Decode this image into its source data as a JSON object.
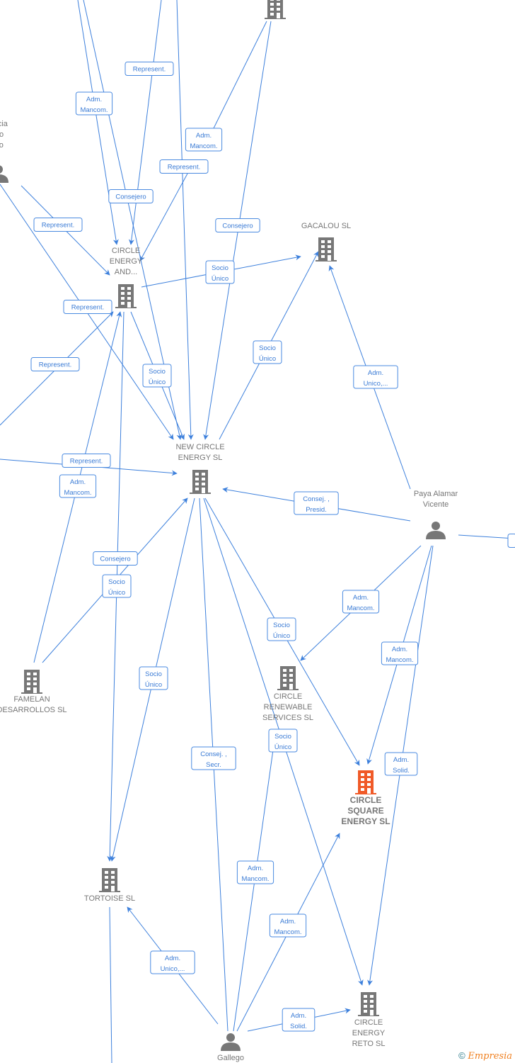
{
  "colors": {
    "edge": "#3d80dc",
    "node": "#777777",
    "highlight": "#f05a28"
  },
  "nodes": [
    {
      "id": "top",
      "type": "company",
      "lines": []
    },
    {
      "id": "garcia",
      "type": "person",
      "lines": [
        "arcia",
        "do",
        "co"
      ]
    },
    {
      "id": "circle_energy_and",
      "type": "company",
      "lines": [
        "CIRCLE",
        "ENERGY",
        "AND..."
      ]
    },
    {
      "id": "gacalou",
      "type": "company",
      "lines": [
        "GACALOU  SL"
      ]
    },
    {
      "id": "new_circle",
      "type": "company",
      "lines": [
        "NEW CIRCLE",
        "ENERGY  SL"
      ]
    },
    {
      "id": "paya",
      "type": "person",
      "lines": [
        "Paya Alamar",
        "Vicente"
      ]
    },
    {
      "id": "famelan",
      "type": "company",
      "lines": [
        "FAMELAN",
        "DESARROLLOS SL"
      ]
    },
    {
      "id": "renewable",
      "type": "company",
      "lines": [
        "CIRCLE",
        "RENEWABLE",
        "SERVICES  SL"
      ]
    },
    {
      "id": "square",
      "type": "company-main",
      "lines": [
        "CIRCLE",
        "SQUARE",
        "ENERGY  SL"
      ]
    },
    {
      "id": "tortoise",
      "type": "company",
      "lines": [
        "TORTOISE  SL"
      ]
    },
    {
      "id": "reto",
      "type": "company",
      "lines": [
        "CIRCLE",
        "ENERGY",
        "RETO  SL"
      ]
    },
    {
      "id": "gallego",
      "type": "person",
      "lines": [
        "Gallego"
      ]
    }
  ],
  "edge_labels": [
    [
      "Adm.",
      "Mancom."
    ],
    [
      "Represent."
    ],
    [
      "Adm.",
      "Mancom."
    ],
    [
      "Represent."
    ],
    [
      "Consejero"
    ],
    [
      "Represent."
    ],
    [
      "Consejero"
    ],
    [
      "Socio",
      "Único"
    ],
    [
      "Represent."
    ],
    [
      "Represent."
    ],
    [
      "Socio",
      "Único"
    ],
    [
      "Socio",
      "Único"
    ],
    [
      "Adm.",
      "Unico,..."
    ],
    [
      "Represent."
    ],
    [
      "Adm.",
      "Mancom."
    ],
    [
      "Consej. ,",
      "Presid."
    ],
    [
      "Consejero"
    ],
    [
      "Socio",
      "Único"
    ],
    [
      "Adm.",
      "Mancom."
    ],
    [
      "Socio",
      "Único"
    ],
    [
      "Adm.",
      "Mancom."
    ],
    [
      "Socio",
      "Único"
    ],
    [
      "Socio",
      "Único"
    ],
    [
      "Consej. ,",
      "Secr."
    ],
    [
      "Adm.",
      "Solid."
    ],
    [
      "Adm.",
      "Mancom."
    ],
    [
      "Adm.",
      "Mancom."
    ],
    [
      "Adm.",
      "Unico,..."
    ],
    [
      "Adm.",
      "Solid."
    ],
    [
      ""
    ]
  ],
  "footer": {
    "copyright": "©",
    "brand": "Empresia"
  }
}
